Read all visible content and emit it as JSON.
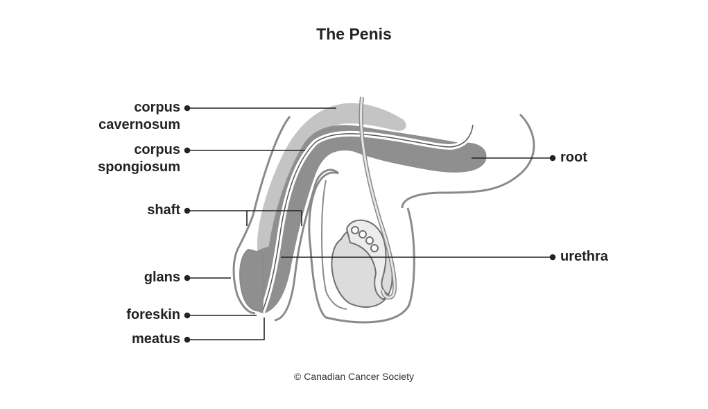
{
  "title": "The Penis",
  "labels": {
    "corpus_cavernosum": [
      "corpus",
      "cavernosum"
    ],
    "corpus_spongiosum": [
      "corpus",
      "spongiosum"
    ],
    "shaft": "shaft",
    "glans": "glans",
    "foreskin": "foreskin",
    "meatus": "meatus",
    "root": "root",
    "urethra": "urethra"
  },
  "copyright": "© Canadian Cancer Society",
  "colors": {
    "text": "#222222",
    "outline": "#8a8a8a",
    "cavernosum_fill": "#c4c4c4",
    "spongiosum_fill": "#8f8f8f",
    "testis_fill": "#dcdcdc",
    "leader_line": "#222222"
  }
}
